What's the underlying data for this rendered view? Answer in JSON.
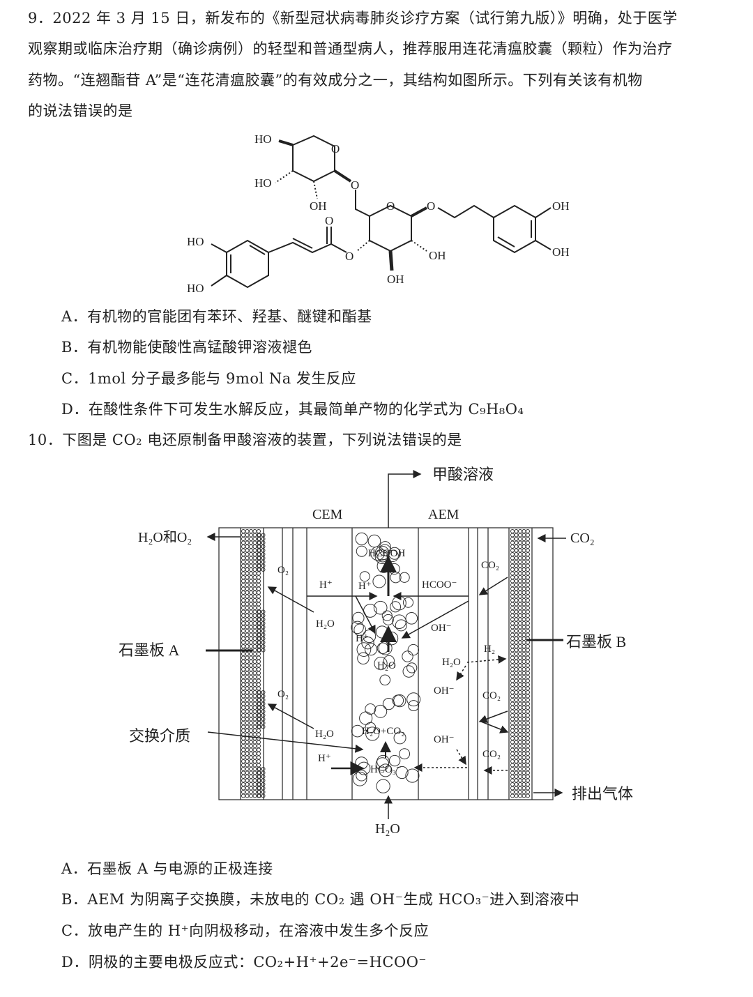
{
  "q9": {
    "lines": [
      "9．2022 年 3 月 15 日，新发布的《新型冠状病毒肺炎诊疗方案（试行第九版）》明确，处于医学",
      "观察期或临床治疗期（确诊病例）的轻型和普通型病人，推荐服用连花清瘟胶囊（颗粒）作为治疗",
      "药物。“连翘酯苷 A”是“连花清瘟胶囊”的有效成分之一，其结构如图所示。下列有关该有机物",
      "的说法错误的是"
    ],
    "structure_labels": {
      "ho1": "HO",
      "ho2": "HO",
      "oh1": "OH",
      "o_ring1": "O",
      "o_link1": "O",
      "o_ring2": "O",
      "o_link2": "O",
      "oh_r1": "OH",
      "oh_r2": "OH",
      "oh2": "OH",
      "oh3": "OH",
      "o_carbonyl": "O",
      "o_ester": "O",
      "ho3": "HO",
      "ho4": "HO"
    },
    "options": [
      "A．有机物的官能团有苯环、羟基、醚键和酯基",
      "B．有机物能使酸性高锰酸钾溶液褪色",
      "C．1mol 分子最多能与 9mol Na 发生反应",
      "D．在酸性条件下可发生水解反应，其最简单产物的化学式为 C₉H₈O₄"
    ]
  },
  "q10": {
    "stem": "10．下图是 CO₂ 电还原制备甲酸溶液的装置，下列说法错误的是",
    "diagram": {
      "formic_solution": "甲酸溶液",
      "cem": "CEM",
      "aem": "AEM",
      "h2o_o2": "H₂O和O₂",
      "co2_in": "CO₂",
      "plate_a": "石墨板 A",
      "plate_b": "石墨板 B",
      "exchange_medium": "交换介质",
      "exhaust": "排出气体",
      "h2o_in": "H₂O",
      "inner": {
        "o2_top": "O₂",
        "hplus_left": "H⁺",
        "hplus_mid": "H⁺",
        "hcooh": "HCOOH",
        "hcoo": "HCOO⁻",
        "h2o_left": "H₂O",
        "oh_top": "OH⁻",
        "hplus_mid2": "H⁺",
        "h2o_mid": "H₂O",
        "h2": "H₂",
        "h2o_right": "H₂O",
        "oh_mid": "OH⁻",
        "o2_bottom": "O₂",
        "co2_top": "CO₂",
        "co2_mid": "CO₂",
        "h2o_left2": "H₂O",
        "h2o_co2": "H₂O+CO₂",
        "oh_bottom": "OH⁻",
        "co2_bottom": "CO₂",
        "hplus_bottom": "H⁺",
        "hco3": "HCO₃⁻"
      }
    },
    "options": [
      "A．石墨板 A 与电源的正极连接",
      "B．AEM 为阴离子交换膜，未放电的 CO₂ 遇 OH⁻生成 HCO₃⁻进入到溶液中",
      "C．放电产生的 H⁺向阴极移动，在溶液中发生多个反应",
      "D．阴极的主要电极反应式：CO₂+H⁺+2e⁻=HCOO⁻"
    ]
  }
}
